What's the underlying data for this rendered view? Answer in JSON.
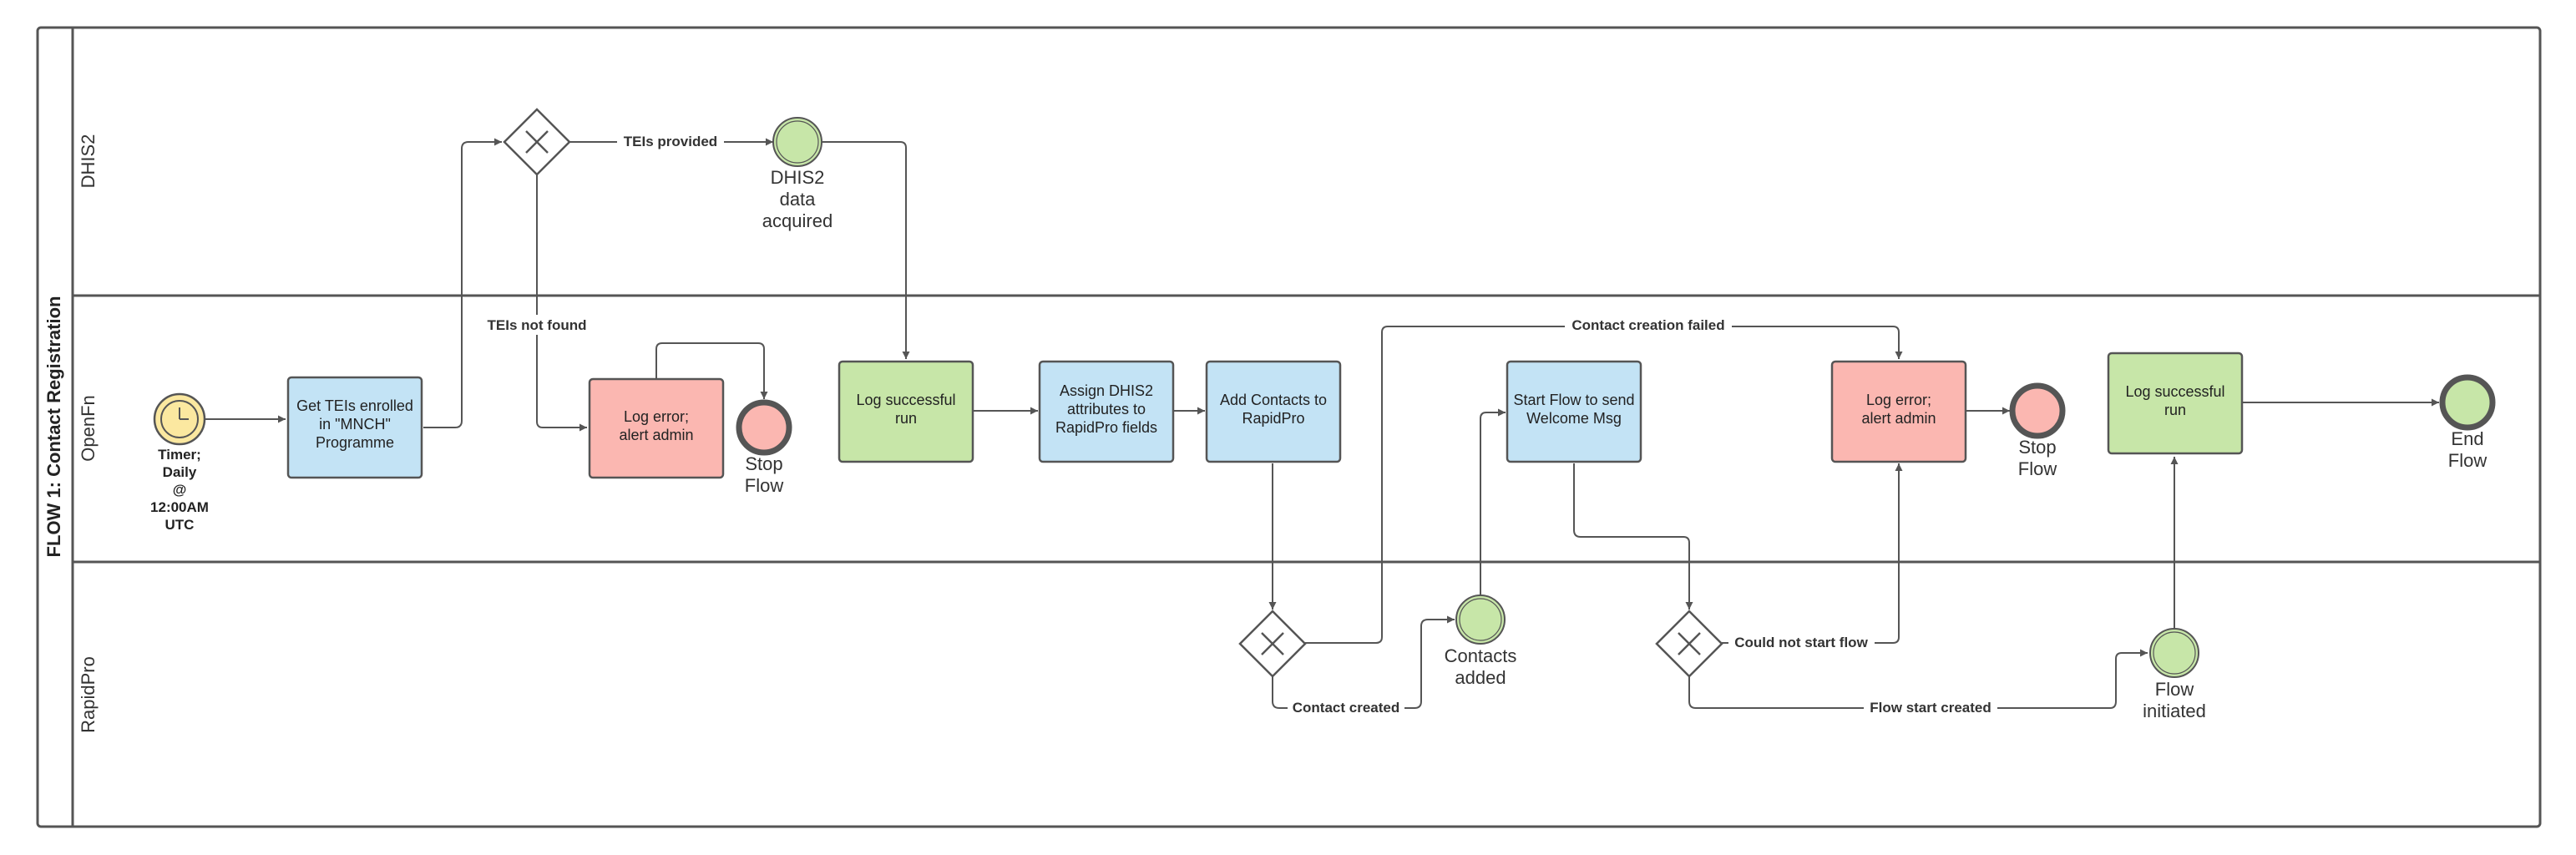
{
  "pool": {
    "title": "FLOW 1: Contact Registration"
  },
  "lanes": {
    "dhis2": "DHIS2",
    "openfn": "OpenFn",
    "rapidpro": "RapidPro"
  },
  "colors": {
    "task_blue": "#c3e3f5",
    "task_green": "#c7e6a8",
    "task_red": "#fbb7b1",
    "event_green": "#c7e6a8",
    "event_red": "#fbb7b1",
    "timer_yellow": "#fbe8a0",
    "stroke": "#555555"
  },
  "tasks": {
    "get_teis": [
      "Get TEIs enrolled",
      "in \"MNCH\"",
      "Programme"
    ],
    "log_error_1": [
      "Log error;",
      "alert admin"
    ],
    "log_success_1": [
      "Log successful",
      "run"
    ],
    "assign_attrs": [
      "Assign DHIS2",
      "attributes to",
      "RapidPro fields"
    ],
    "add_contacts": [
      "Add Contacts to",
      "RapidPro"
    ],
    "start_flow": [
      "Start Flow to send",
      "Welcome Msg"
    ],
    "log_error_2": [
      "Log error;",
      "alert admin"
    ],
    "log_success_2": [
      "Log successful",
      "run"
    ]
  },
  "events": {
    "timer": [
      "Timer;",
      "Daily",
      "@",
      "12:00AM",
      "UTC"
    ],
    "dhis2_acquired": [
      "DHIS2",
      "data",
      "acquired"
    ],
    "stop_flow_1": [
      "Stop",
      "Flow"
    ],
    "stop_flow_2": [
      "Stop",
      "Flow"
    ],
    "end_flow": [
      "End",
      "Flow"
    ],
    "contacts_added": [
      "Contacts",
      "added"
    ],
    "flow_initiated": [
      "Flow",
      "initiated"
    ]
  },
  "edges": {
    "teis_provided": "TEIs provided",
    "teis_not_found": "TEIs not found",
    "contact_creation_failed": "Contact creation failed",
    "contact_created": "Contact created",
    "could_not_start": "Could not start flow",
    "flow_start_created": "Flow start created"
  },
  "icons": {
    "gateway": "exclusive-gateway-x-icon",
    "timer": "clock-icon"
  }
}
